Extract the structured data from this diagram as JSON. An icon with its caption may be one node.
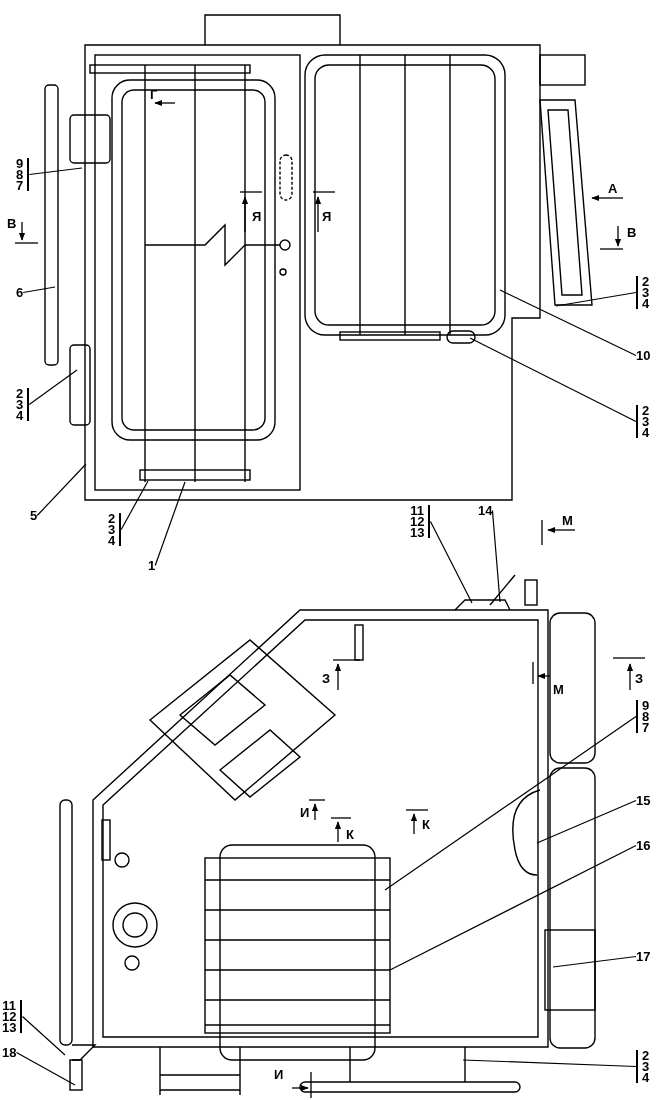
{
  "diagram": {
    "nodes": [
      {
        "text": [
          "9 8 7"
        ]
      },
      {
        "text": [
          "6"
        ]
      },
      {
        "text": [
          "2 3 4"
        ]
      },
      {
        "text": [
          "5"
        ]
      },
      {
        "text": [
          "2 3 4"
        ]
      },
      {
        "text": [
          "1"
        ]
      },
      {
        "text": [
          "2 3 4"
        ]
      },
      {
        "text": [
          "10"
        ]
      },
      {
        "text": [
          "2 3 4"
        ]
      },
      {
        "text": [
          "11 12 13"
        ]
      },
      {
        "text": [
          "14"
        ]
      },
      {
        "text": [
          "9 8 7"
        ]
      },
      {
        "text": [
          "15"
        ]
      },
      {
        "text": [
          "16"
        ]
      },
      {
        "text": [
          "17"
        ]
      },
      {
        "text": [
          "11 12 13"
        ]
      },
      {
        "text": [
          "18"
        ]
      },
      {
        "text": [
          "2 3 4"
        ]
      }
    ],
    "edges": [
      {
        "from": 0,
        "to": null,
        "arrow": "none"
      },
      {
        "from": 1,
        "to": null,
        "arrow": "none"
      },
      {
        "from": 2,
        "to": null,
        "arrow": "none"
      },
      {
        "from": 3,
        "to": null,
        "arrow": "none"
      },
      {
        "from": 4,
        "to": null,
        "arrow": "none"
      },
      {
        "from": 5,
        "to": null,
        "arrow": "none"
      },
      {
        "from": 6,
        "to": null,
        "arrow": "none"
      },
      {
        "from": 7,
        "to": null,
        "arrow": "none"
      },
      {
        "from": 8,
        "to": null,
        "arrow": "none"
      },
      {
        "from": 9,
        "to": null,
        "arrow": "none"
      },
      {
        "from": 10,
        "to": null,
        "arrow": "none"
      },
      {
        "from": 11,
        "to": null,
        "arrow": "none"
      },
      {
        "from": 12,
        "to": null,
        "arrow": "none"
      },
      {
        "from": 13,
        "to": null,
        "arrow": "none"
      },
      {
        "from": 14,
        "to": null,
        "arrow": "none"
      },
      {
        "from": 15,
        "to": null,
        "arrow": "none"
      },
      {
        "from": 16,
        "to": null,
        "arrow": "none"
      },
      {
        "from": 17,
        "to": null,
        "arrow": "none"
      }
    ],
    "labels": [
      "Г",
      "А",
      "Я",
      "Я",
      "В",
      "В",
      "М",
      "З",
      "З",
      "М",
      "И",
      "К",
      "К",
      "И"
    ]
  }
}
